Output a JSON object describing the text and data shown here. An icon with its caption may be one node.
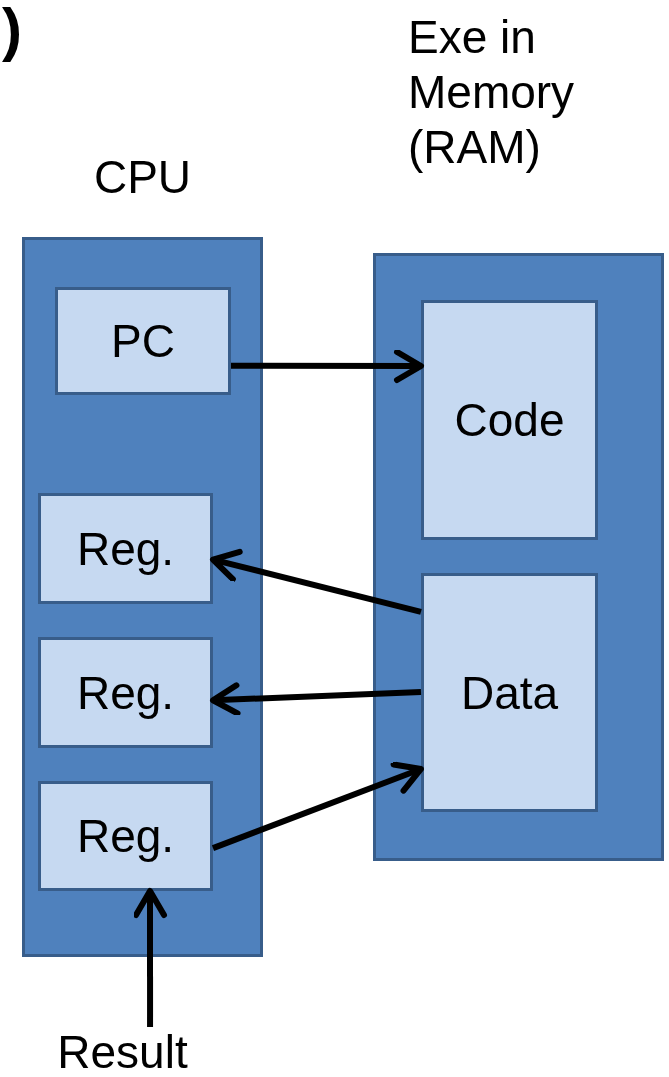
{
  "diagram": {
    "nodes": [
      {
        "text": [
          "CPU"
        ]
      },
      {
        "text": [
          "PC"
        ],
        "in": 0
      },
      {
        "text": [
          "Reg."
        ],
        "in": 0
      },
      {
        "text": [
          "Reg."
        ],
        "in": 0
      },
      {
        "text": [
          "Reg."
        ],
        "in": 0
      },
      {
        "text": [
          "Exe in Memory (RAM)"
        ]
      },
      {
        "text": [
          "Code"
        ],
        "in": 5
      },
      {
        "text": [
          "Data"
        ],
        "in": 5
      },
      {
        "text": [
          "Result"
        ]
      }
    ],
    "edges": [
      {
        "from": 1,
        "to": 6,
        "arrow": "to"
      },
      {
        "from": 7,
        "to": 2,
        "arrow": "to"
      },
      {
        "from": 7,
        "to": 3,
        "arrow": "to"
      },
      {
        "from": 4,
        "to": 7,
        "arrow": "to"
      },
      {
        "from": 8,
        "to": 4,
        "arrow": "to"
      }
    ],
    "labels": [
      ")"
    ]
  }
}
